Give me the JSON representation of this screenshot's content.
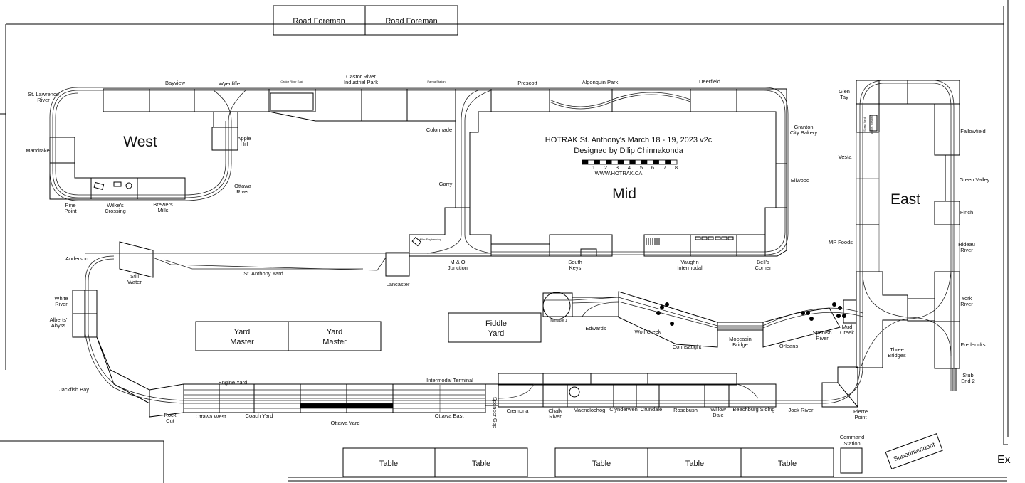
{
  "title": {
    "line1": "HOTRAK St. Anthony's March 18 - 19, 2023 v2c",
    "line2": "Designed by Dilip Chinnakonda",
    "url": "WWW.HOTRAK.CA",
    "scale": [
      "1",
      "2",
      "3",
      "4",
      "5",
      "6",
      "7",
      "8"
    ]
  },
  "regions": {
    "west": "West",
    "mid": "Mid",
    "east": "East"
  },
  "stations": {
    "road_foreman": [
      "Road Foreman",
      "Road Foreman"
    ],
    "yard_master": [
      [
        "Yard",
        "Master"
      ],
      [
        "Yard",
        "Master"
      ]
    ],
    "fiddle_yard": [
      "Fiddle",
      "Yard"
    ],
    "tables": [
      "Table",
      "Table",
      "Table",
      "Table",
      "Table"
    ],
    "command_station": [
      "Command",
      "Station"
    ],
    "superintendent": "Superintendent",
    "exit": "Ex"
  },
  "modules": {
    "st_lawrence_river": [
      "St. Lawrence",
      "River"
    ],
    "bayview": "Bayview",
    "wyecliffe": "Wyecliffe",
    "castor_river_east": "Castor River East",
    "castor_river_industrial_park": [
      "Castor River",
      "Industrial Park"
    ],
    "parma_station": "Parma Station",
    "prescott": "Prescott",
    "algonquin_park": "Algonquin Park",
    "deerfield": "Deerfield",
    "glen_tay": [
      "Glen",
      "Tay"
    ],
    "granton_city_bakery": [
      "Granton",
      "City Bakery"
    ],
    "fallowfield": "Fallowfield",
    "colonnade": "Colonnade",
    "apple_hill": [
      "Apple",
      "Hill"
    ],
    "mandrake": "Mandrake",
    "ellwood": "Ellwood",
    "vesta": "Vesta",
    "green_valley": "Green Valley",
    "garry": "Garry",
    "ottawa_river": [
      "Ottawa",
      "River"
    ],
    "pine_point": [
      "Pine",
      "Point"
    ],
    "wilkes_crossing": [
      "Wilke's",
      "Crossing"
    ],
    "brewers_mills": [
      "Brewers",
      "Mills"
    ],
    "finch": "Finch",
    "mp_foods": "MP Foods",
    "rideau_river": [
      "Rideau",
      "River"
    ],
    "anderson": "Anderson",
    "still_water": [
      "Still",
      "Water"
    ],
    "st_anthony_yard": "St. Anthony Yard",
    "lancaster": "Lancaster",
    "miller_engineering": "Miller Engineering",
    "mo_junction": [
      "M & O",
      "Junction"
    ],
    "south_keys": [
      "South",
      "Keys"
    ],
    "vaughn_intermodal": [
      "Vaughn",
      "Intermodal"
    ],
    "bells_corner": [
      "Bell's",
      "Corner"
    ],
    "white_river": [
      "White",
      "River"
    ],
    "alberts_abyss": [
      "Alberts'",
      "Abyss"
    ],
    "york_river": [
      "York",
      "River"
    ],
    "turntable_1": "Turntable 1",
    "edwards": "Edwards",
    "wolf_creek": "Wolf Creek",
    "connsaught": "Connsaught",
    "moccasin_bridge": [
      "Moccasin",
      "Bridge"
    ],
    "orleans": "Orleans",
    "spanish_river": [
      "Spanish",
      "River"
    ],
    "mud_creek": [
      "Mud",
      "Creek"
    ],
    "three_bridges": [
      "Three",
      "Bridges"
    ],
    "fredericks": "Fredericks",
    "stub_end_2": [
      "Stub",
      "End 2"
    ],
    "jackfish_bay": "Jackfish Bay",
    "engine_yard": "Engine Yard",
    "intermodal_terminal": "Intermodal Terminal",
    "rock_cut": [
      "Rock",
      "Cut"
    ],
    "ottawa_west": "Ottawa West",
    "coach_yard": "Coach Yard",
    "ottawa_yard": "Ottawa Yard",
    "ottawa_east": "Ottawa East",
    "spencer_gap": "Spencer Gap",
    "cremona": "Cremona",
    "chalk_river": [
      "Chalk",
      "River"
    ],
    "maenclochog": "Maenclochog",
    "clynderwen": "Clynderwen",
    "crundale": "Crundale",
    "rosebush": "Rosebush",
    "willow_dale": [
      "Willow",
      "Dale"
    ],
    "beechburg_siding": "Beechburg Siding",
    "jock_river": "Jock River",
    "pierre_point": [
      "Pierre",
      "Point"
    ],
    "scrap_yard": "Scrap Yard",
    "accot_grading": "Accot. Grading"
  }
}
